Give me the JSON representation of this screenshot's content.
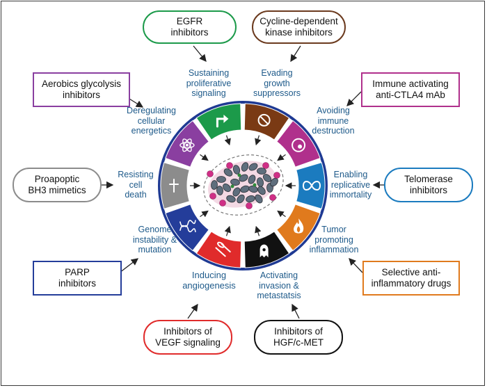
{
  "colors": {
    "green": "#1c9a4a",
    "brown": "#7a3a14",
    "magenta": "#b0308c",
    "blue": "#1b7bbf",
    "orange": "#e07a1d",
    "black": "#111111",
    "red": "#e02b2b",
    "navy": "#243d9a",
    "gray": "#8c8c8c",
    "purple": "#8a3fa0",
    "ring": "#1f3a93",
    "label": "#1e5a8a"
  },
  "therapies": {
    "egfr": "EGFR\ninhibitors",
    "cdk": "Cycline-dependent\nkinase inhibitors",
    "ctla4": "Immune activating\nanti-CTLA4 mAb",
    "telomerase": "Telomerase\ninhibitors",
    "anti_inflammatory": "Selective anti-\ninflammatory drugs",
    "hgf": "Inhibitors of\nHGF/c-MET",
    "vegf": "Inhibitors of\nVEGF signaling",
    "parp": "PARP\ninhibitors",
    "bh3": "Proapoptic\nBH3 mimetics",
    "glycolysis": "Aerobics glycolysis\ninhibitors"
  },
  "hallmarks": {
    "proliferative": "Sustaining\nproliferative\nsignaling",
    "growth": "Evading\ngrowth\nsuppressors",
    "immune": "Avoiding\nimmune\ndestruction",
    "replicative": "Enabling\nreplicative\nimmortality",
    "inflammation": "Tumor\npromoting\ninflammation",
    "invasion": "Activating\ninvasion &\nmetastatsis",
    "angiogenesis": "Inducing\nangiogenesis",
    "genome": "Genome\ninstability &\nmutation",
    "death": "Resisting\ncell\ndeath",
    "energetics": "Deregulating\ncellular\nenergetics"
  },
  "icons": [
    "arrow-up-right-icon",
    "no-entry-icon",
    "immune-cell-icon",
    "infinity-icon",
    "flame-icon",
    "ghost-cell-icon",
    "vessel-icon",
    "dna-icon",
    "cross-icon",
    "atom-icon"
  ]
}
